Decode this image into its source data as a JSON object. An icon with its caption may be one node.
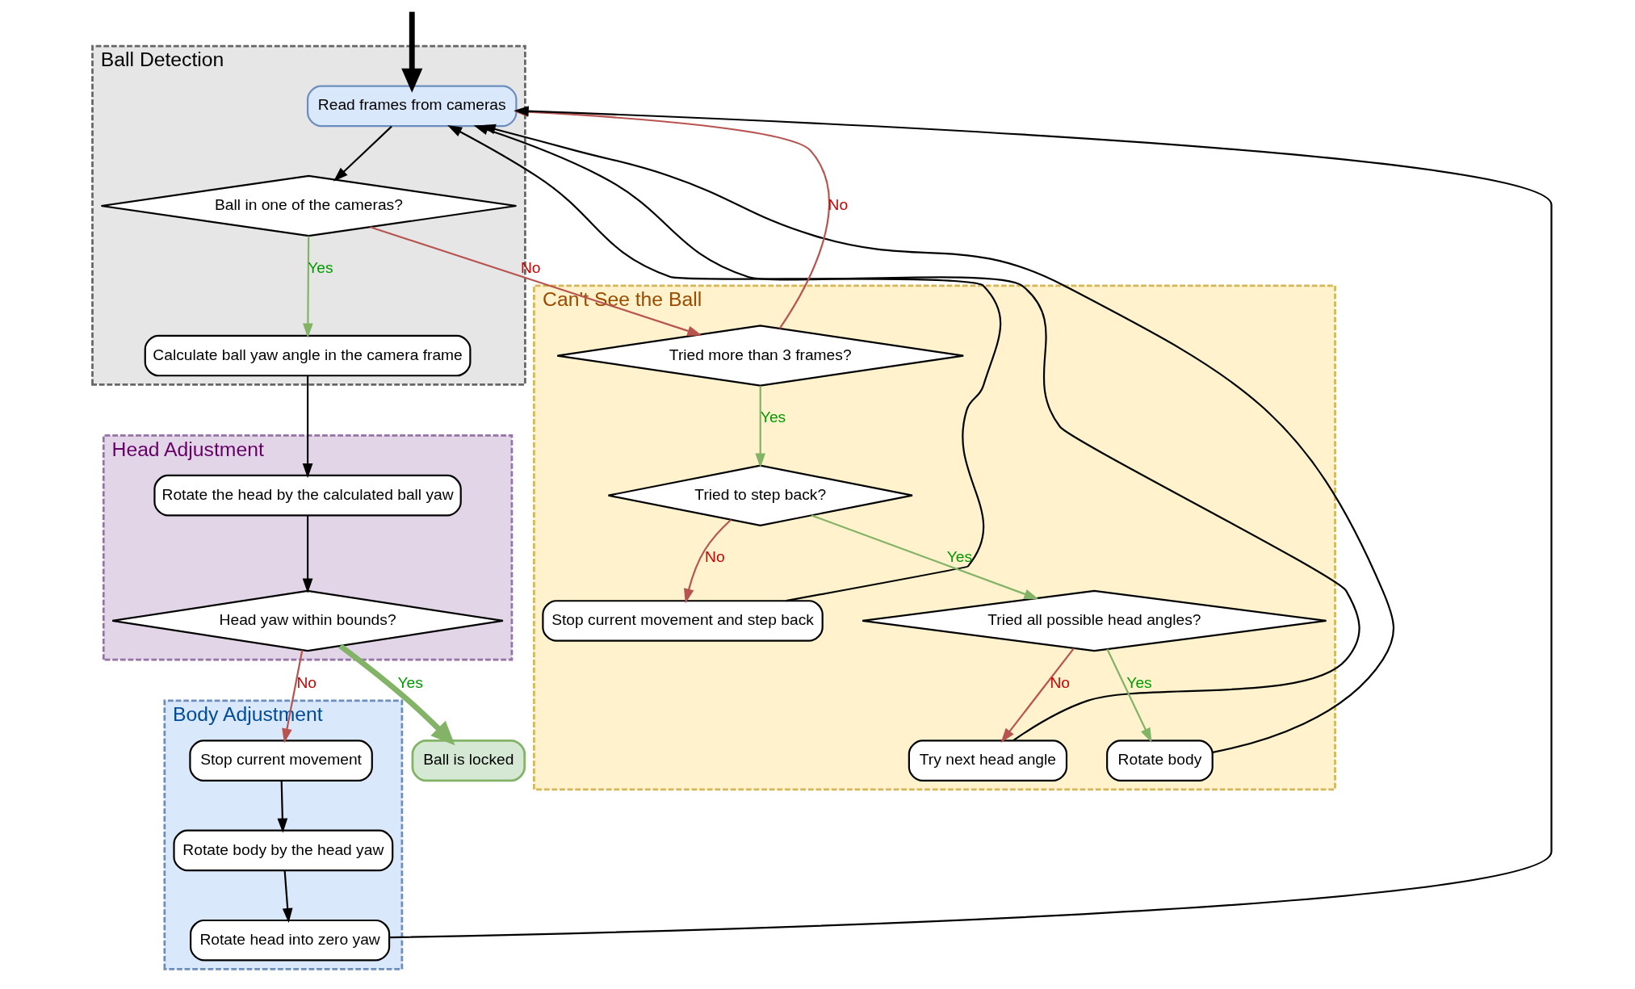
{
  "diagram": {
    "nodes": [
      {
        "text": [
          "Ball Detection"
        ]
      },
      {
        "text": [
          "Read frames from cameras"
        ],
        "in": 0
      },
      {
        "text": [
          "Ball in one of the cameras?"
        ],
        "in": 0
      },
      {
        "text": [
          "Calculate ball yaw angle in the camera frame"
        ],
        "in": 0
      },
      {
        "text": [
          "Can't See the Ball"
        ]
      },
      {
        "text": [
          "Stop current movement and step back"
        ],
        "in": 4
      },
      {
        "text": [
          "Try next head angle"
        ],
        "in": 4
      },
      {
        "text": [
          "Rotate body"
        ],
        "in": 4
      },
      {
        "text": [
          "Tried more than 3 frames?"
        ],
        "in": 4
      },
      {
        "text": [
          "Tried to step back?"
        ],
        "in": 4
      },
      {
        "text": [
          "Tried all possible head angles?"
        ],
        "in": 4
      },
      {
        "text": [
          "Head Adjustment"
        ]
      },
      {
        "text": [
          "Rotate the head by the calculated ball yaw"
        ],
        "in": 11
      },
      {
        "text": [
          "Head yaw within bounds?"
        ],
        "in": 11
      },
      {
        "text": [
          "Ball is locked"
        ]
      },
      {
        "text": [
          "Body Adjustment"
        ]
      },
      {
        "text": [
          "Rotate head into zero yaw"
        ],
        "in": 15
      },
      {
        "text": [
          "Rotate body by the head yaw"
        ],
        "in": 15
      },
      {
        "text": [
          "Stop current movement"
        ],
        "in": 15
      }
    ],
    "edges": [
      {
        "from": null,
        "to": 1,
        "arrow": "to",
        "style": "thick"
      },
      {
        "from": 1,
        "to": 2,
        "arrow": "to"
      },
      {
        "from": 2,
        "to": 8,
        "arrow": "to",
        "label": "No",
        "color": "#b85450"
      },
      {
        "from": 2,
        "to": 3,
        "arrow": "to",
        "label": "Yes",
        "color": "#82b366"
      },
      {
        "from": 8,
        "to": 1,
        "arrow": "to",
        "label": "No",
        "color": "#b85450"
      },
      {
        "from": 8,
        "to": 9,
        "arrow": "to",
        "label": "Yes",
        "color": "#82b366"
      },
      {
        "from": 9,
        "to": 5,
        "arrow": "to",
        "label": "No",
        "color": "#b85450"
      },
      {
        "from": 9,
        "to": 10,
        "arrow": "to",
        "label": "Yes",
        "color": "#82b366"
      },
      {
        "from": 10,
        "to": 6,
        "arrow": "to",
        "label": "No",
        "color": "#b85450"
      },
      {
        "from": 10,
        "to": 7,
        "arrow": "to",
        "label": "Yes",
        "color": "#82b366"
      },
      {
        "from": 5,
        "to": 1,
        "arrow": "to"
      },
      {
        "from": 6,
        "to": 1,
        "arrow": "to"
      },
      {
        "from": 7,
        "to": 1,
        "arrow": "to"
      },
      {
        "from": 3,
        "to": 12,
        "arrow": "to"
      },
      {
        "from": 12,
        "to": 13,
        "arrow": "to"
      },
      {
        "from": 13,
        "to": 14,
        "arrow": "to",
        "label": "Yes",
        "color": "#82b366",
        "style": "thick"
      },
      {
        "from": 13,
        "to": 18,
        "arrow": "to",
        "label": "No",
        "color": "#b85450"
      },
      {
        "from": 18,
        "to": 17,
        "arrow": "to"
      },
      {
        "from": 17,
        "to": 16,
        "arrow": "to"
      },
      {
        "from": 16,
        "to": 1,
        "arrow": "to"
      }
    ]
  }
}
